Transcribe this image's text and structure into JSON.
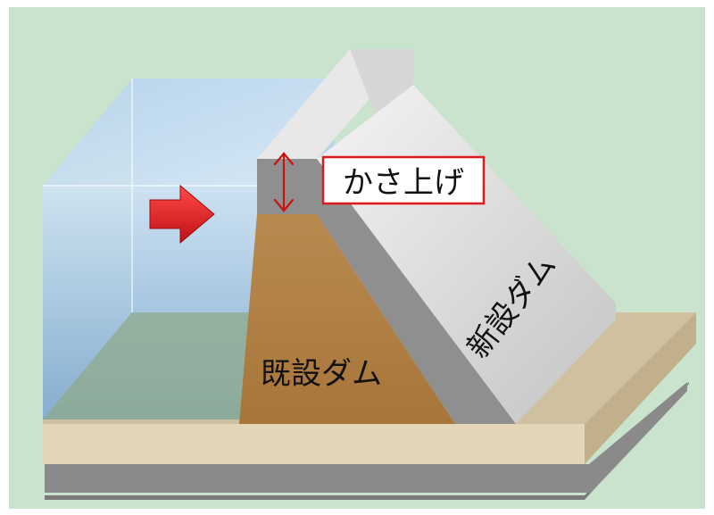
{
  "labels": {
    "raise": "かさ上げ",
    "existing_dam": "既設ダム",
    "new_dam": "新設ダム"
  },
  "colors": {
    "background": "#c9e3cc",
    "water": "#a9cce8",
    "existing_dam": "#b5844a",
    "new_dam_face": "#dcdcdc",
    "new_dam_shadow": "#8f8f8f",
    "foundation_top": "#cfc0a0",
    "foundation_front": "#e2d5b8",
    "base_shadow": "#7a7a7a",
    "arrow": "#e6272d",
    "raise_arrow": "#cc1111",
    "label_border": "#e0191f"
  },
  "icons": {
    "flow": "right-arrow-icon",
    "raise": "double-headed-vertical-arrow-icon"
  }
}
